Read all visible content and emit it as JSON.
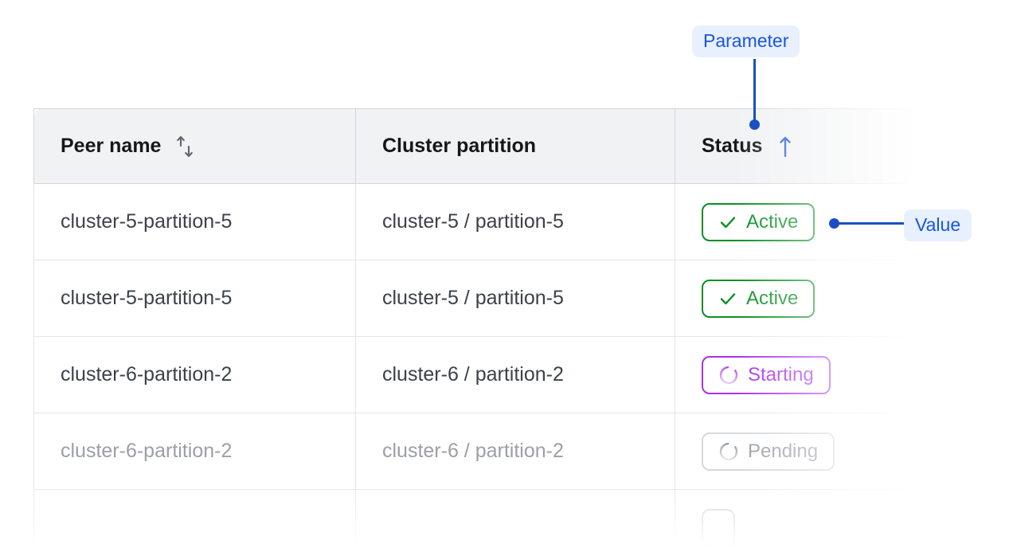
{
  "annotations": [
    {
      "id": "parameter",
      "label": "Parameter",
      "accent": "#1a56db",
      "background": "#e8f0fe",
      "points_to": "status-column-header"
    },
    {
      "id": "value",
      "label": "Value",
      "accent": "#1a56db",
      "background": "#e8f0fe",
      "points_to": "status-cell-row-1"
    }
  ],
  "table": {
    "columns": [
      {
        "key": "peer_name",
        "label": "Peer name",
        "sort_icon": "sort-both-icon",
        "sorted": false
      },
      {
        "key": "cluster_partition",
        "label": "Cluster partition",
        "sort_icon": null,
        "sorted": false
      },
      {
        "key": "status",
        "label": "Status",
        "sort_icon": "sort-ascending-icon",
        "sorted": true
      }
    ],
    "rows": [
      {
        "peer_name": "cluster-5-partition-5",
        "cluster_partition": "cluster-5 / partition-5",
        "status": "Active",
        "status_icon": "check-icon",
        "status_color": "#0a8f23",
        "dim": false
      },
      {
        "peer_name": "cluster-5-partition-5",
        "cluster_partition": "cluster-5 / partition-5",
        "status": "Active",
        "status_icon": "check-icon",
        "status_color": "#0a8f23",
        "dim": false
      },
      {
        "peer_name": "cluster-6-partition-2",
        "cluster_partition": "cluster-6 / partition-2",
        "status": "Starting",
        "status_icon": "spinner-icon",
        "status_color": "#ab30f0",
        "dim": false
      },
      {
        "peer_name": "cluster-6-partition-2",
        "cluster_partition": "cluster-6 / partition-2",
        "status": "Pending",
        "status_icon": "spinner-icon",
        "status_color": "#9aa0a6",
        "dim": true
      },
      {
        "peer_name": "",
        "cluster_partition": "",
        "status": "",
        "status_icon": "spinner-icon",
        "status_color": "#d5d8dc",
        "dim": true
      }
    ]
  },
  "colors": {
    "header_background": "#f1f2f4",
    "header_text": "#15171a",
    "body_text": "#3c4149",
    "dim_text": "#9aa0a6",
    "grid_line": "#e3e5e8",
    "header_border": "#d3d6da",
    "accent_blue": "#1a4fc4",
    "active_green": "#0a8f23",
    "starting_purple": "#ab30f0",
    "pending_grey": "#9aa0a6"
  }
}
